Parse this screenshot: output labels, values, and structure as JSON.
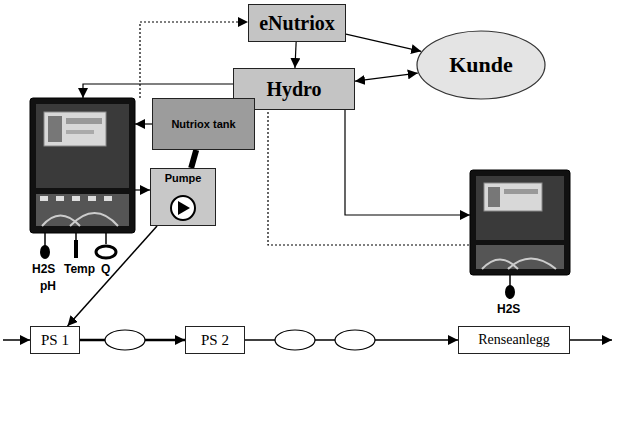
{
  "diagram": {
    "nodes": [
      {
        "text": [
          "eNutriox"
        ]
      },
      {
        "text": [
          "Kunde"
        ]
      },
      {
        "text": [
          "Hydro"
        ]
      },
      {
        "text": [
          "Nutriox tank"
        ]
      },
      {
        "text": [
          "Pumpe"
        ]
      },
      {
        "text": [
          "PS 1"
        ]
      },
      {
        "text": [
          "PS 2"
        ]
      },
      {
        "text": [
          "Renseanlegg"
        ]
      }
    ],
    "edges": [
      {
        "from": 0,
        "to": 1,
        "arrow": "to"
      },
      {
        "from": 0,
        "to": 2,
        "arrow": "to"
      },
      {
        "from": 2,
        "to": 1,
        "arrow": "both"
      },
      {
        "from": 3,
        "to": 4,
        "arrow": "none"
      },
      {
        "from": 4,
        "to": 5,
        "arrow": "to"
      },
      {
        "from": 5,
        "to": 6,
        "arrow": "to"
      },
      {
        "from": 6,
        "to": 7,
        "arrow": "to"
      }
    ],
    "labels": [
      "H2S",
      "Temp",
      "Q",
      "pH",
      "H2S"
    ]
  }
}
